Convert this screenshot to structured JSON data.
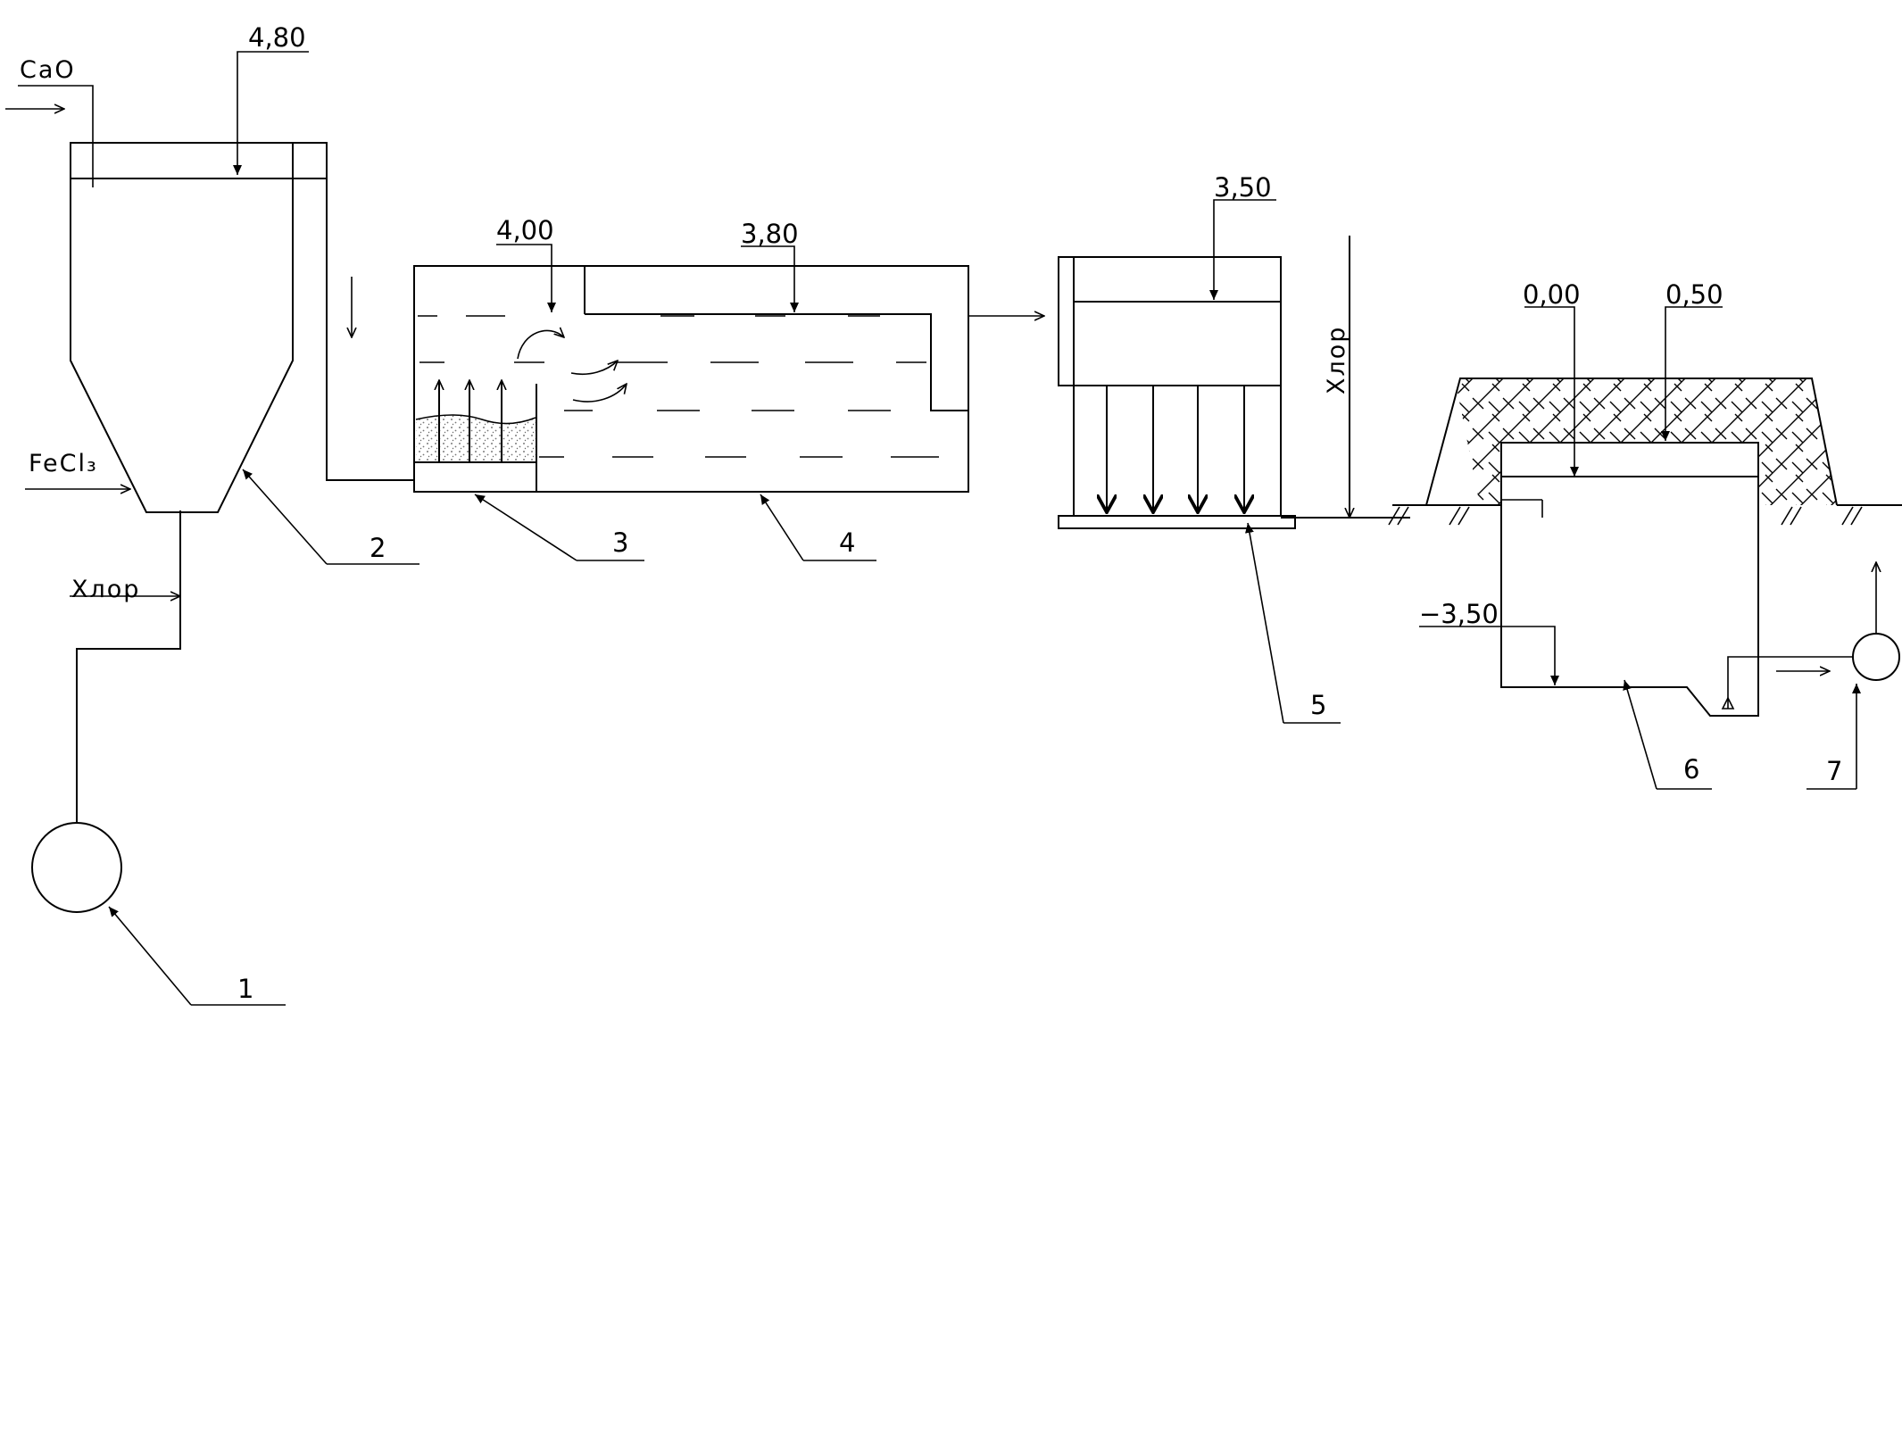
{
  "inputs": {
    "cao": "CaO",
    "fecl3": "FeCl₃",
    "chlorine_left": "Хлор",
    "chlorine_right": "Хлор"
  },
  "elevations": {
    "mixer_top": "4,80",
    "clarifier_inlet": "4,00",
    "clarifier_water": "3,80",
    "filter_top": "3,50",
    "tank_ground": "0,00",
    "tank_top": "0,50",
    "tank_bottom": "−3,50"
  },
  "callouts": [
    "1",
    "2",
    "3",
    "4",
    "5",
    "6",
    "7"
  ]
}
